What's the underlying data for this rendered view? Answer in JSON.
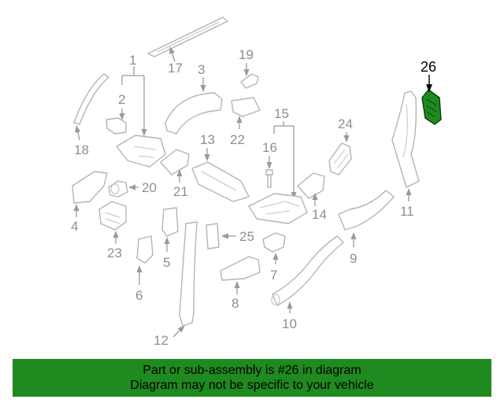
{
  "callouts": {
    "c1": "1",
    "c2": "2",
    "c3": "3",
    "c4": "4",
    "c5": "5",
    "c6": "6",
    "c7": "7",
    "c8": "8",
    "c9": "9",
    "c10": "10",
    "c11": "11",
    "c12": "12",
    "c13": "13",
    "c14": "14",
    "c15": "15",
    "c16": "16",
    "c17": "17",
    "c18": "18",
    "c19": "19",
    "c20": "20",
    "c21": "21",
    "c22": "22",
    "c23": "23",
    "c24": "24",
    "c25": "25",
    "c26": "26"
  },
  "highlighted_part": "26",
  "colors": {
    "banner_bg": "#1f8a1f",
    "highlight_fill": "#1e8a1e",
    "part_stroke": "#b4b4b4",
    "callout_text": "#8e8e8e"
  },
  "banner": {
    "line1": "Part or sub-assembly is #26 in diagram",
    "line2": "Diagram may not be specific to your vehicle"
  }
}
